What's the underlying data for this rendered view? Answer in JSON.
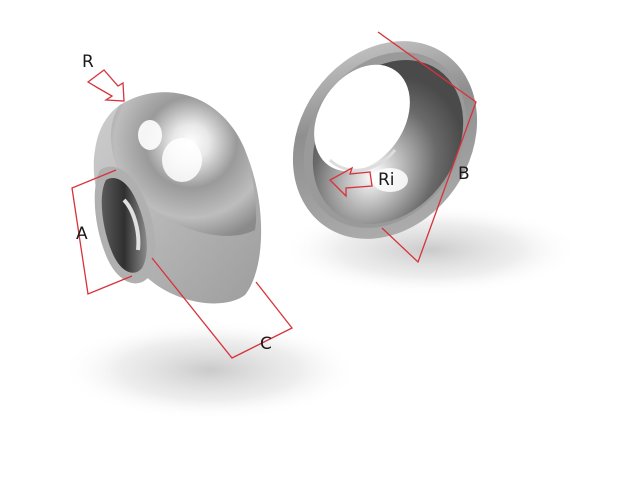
{
  "diagram": {
    "type": "product-dimension-illustration",
    "objects": [
      {
        "name": "ball-washer",
        "description": "convex spherical washer (male)"
      },
      {
        "name": "cone-washer",
        "description": "concave conical seat washer (female)"
      }
    ],
    "labels": {
      "R": "R",
      "A": "A",
      "C": "C",
      "Ri": "Ri",
      "B": "B"
    },
    "colors": {
      "background": "#ffffff",
      "dimension_lines": "#d8323a",
      "metal_light": "#f2f2f2",
      "metal_mid": "#a8a8a8",
      "metal_dark": "#4a4a4a",
      "label_text": "#1a1a1a"
    }
  }
}
